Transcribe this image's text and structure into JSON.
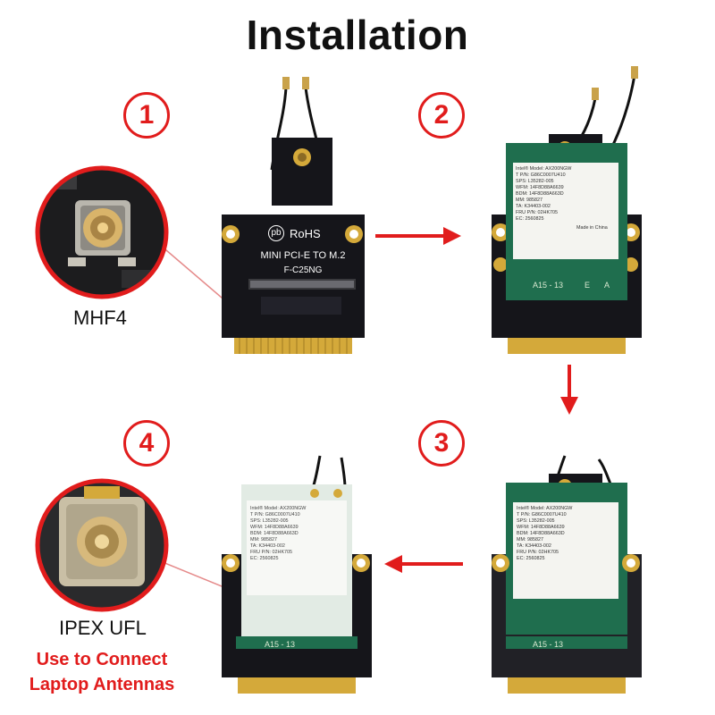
{
  "title": "Installation",
  "steps": [
    {
      "number": "1"
    },
    {
      "number": "2"
    },
    {
      "number": "3"
    },
    {
      "number": "4"
    }
  ],
  "adapter": {
    "rohs": "RoHS",
    "model": "MINI PCI-E TO M.2",
    "part": "F-C25NG",
    "logo": "pb"
  },
  "wifi_card": {
    "line1": "Intel® Model: AX200NGW",
    "line2": "T P/N: G86C0007U410",
    "line3": "SPS: L35282-005",
    "line4": "WFM: 14F8D88A6639",
    "line5": "BDM: 14F8D88A663D",
    "line6": "MM: 985827",
    "line7": "TA: K34403-002",
    "line8": "FRU P/N: 02HK705",
    "line9": "EC: 2560825",
    "made_in": "Made in China",
    "slot_label": "A15 - 13",
    "slot_e": "E",
    "slot_a": "A"
  },
  "connector_labels": {
    "mhf4": "MHF4",
    "ipex": "IPEX UFL"
  },
  "note": {
    "line1": "Use to Connect",
    "line2": "Laptop Antennas"
  },
  "colors": {
    "accent_red": "#e11c1c",
    "board_black": "#15151a",
    "pcb_green": "#1f6e4e",
    "gold": "#d4a93a"
  }
}
